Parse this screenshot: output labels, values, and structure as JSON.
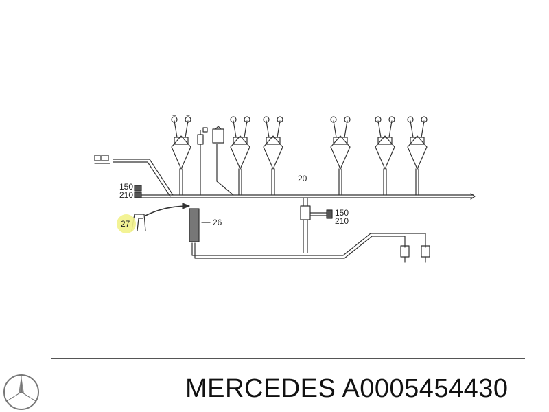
{
  "diagram": {
    "callouts": {
      "c150a": "150",
      "c210a": "210",
      "c20": "20",
      "c150b": "150",
      "c210b": "210",
      "c26": "26",
      "c27": "27"
    },
    "highlight_color": "#f2f28a",
    "line_color": "#333333"
  },
  "footer": {
    "brand": "MERCEDES",
    "part_number": "A0005454430",
    "logo_icon": "mercedes-star-icon"
  }
}
